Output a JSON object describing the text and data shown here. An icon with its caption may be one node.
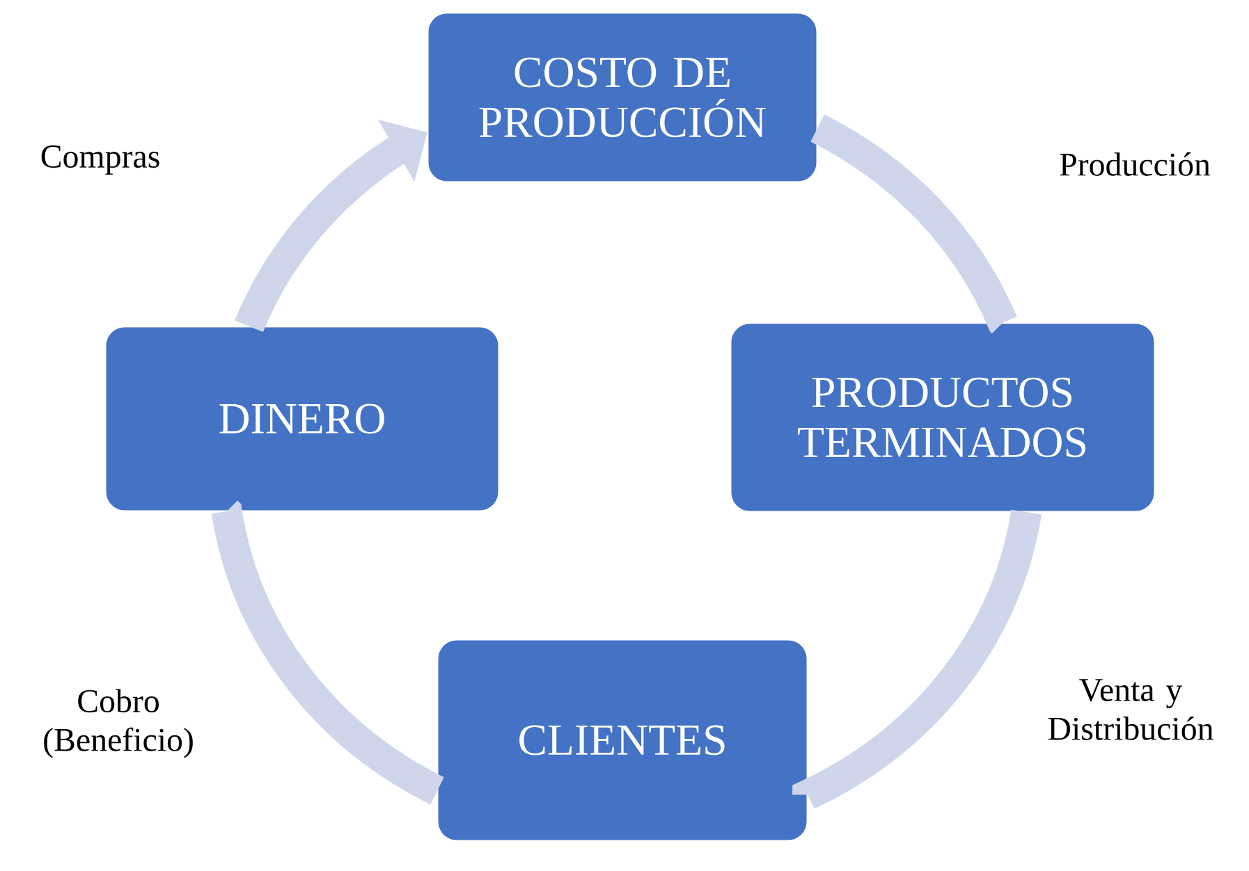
{
  "diagram": {
    "nodes": [
      {
        "text": [
          "COSTO DE PRODUCCIÓN"
        ]
      },
      {
        "text": [
          "DINERO"
        ]
      },
      {
        "text": [
          "PRODUCTOS TERMINADOS"
        ]
      },
      {
        "text": [
          "CLIENTES"
        ]
      }
    ],
    "edges": [
      {
        "from": 0,
        "to": 2,
        "arrow": "none",
        "label": "Producción"
      },
      {
        "from": 2,
        "to": 3,
        "arrow": "none",
        "label": "Venta y Distribución"
      },
      {
        "from": 3,
        "to": 1,
        "arrow": "none",
        "label": "Cobro (Beneficio)"
      },
      {
        "from": 1,
        "to": 0,
        "arrow": "to",
        "label": "Compras"
      }
    ]
  }
}
